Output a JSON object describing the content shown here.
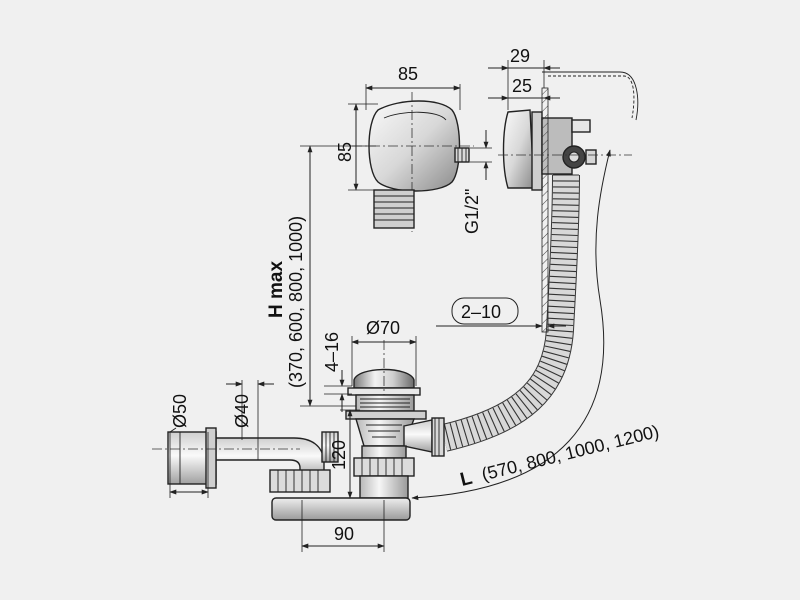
{
  "labels": {
    "overflow_width": "85",
    "overflow_height": "85",
    "thread": "G1/2\"",
    "dim_29": "29",
    "dim_25": "25",
    "wall_range": "2–10",
    "h_max_title": "H max",
    "h_max_values": "(370, 600, 800, 1000)",
    "dim_4_16": "4–16",
    "waste_diameter": "Ø70",
    "dim_120": "120",
    "pipe_50": "Ø50",
    "pipe_40": "Ø40",
    "dim_90": "90",
    "length_title": "L",
    "length_values": "(570, 800, 1000, 1200)"
  },
  "colors": {
    "background": "#f0f0f0",
    "line": "#222222",
    "metal_light": "#f4f4f4",
    "metal_dark": "#8a8a8a"
  }
}
